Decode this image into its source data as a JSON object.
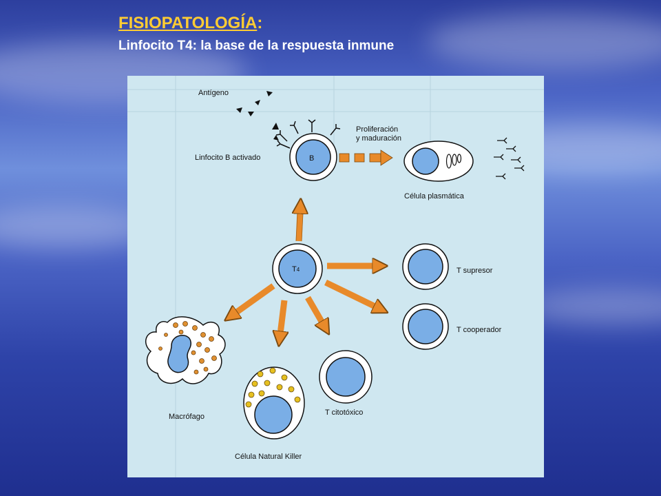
{
  "slide": {
    "title_main": "FISIOPATOLOGÍA",
    "title_colon": ":",
    "subtitle": "Linfocito T4: la base de la respuesta inmune"
  },
  "diagram": {
    "labels": {
      "antigen": "Antígeno",
      "activated_b": "Linfocito B activado",
      "b_cell": "B",
      "proliferation_1": "Proliferación",
      "proliferation_2": "y maduración",
      "plasma_cell": "Célula plasmática",
      "t4_prefix": "T",
      "t4_sub": "4",
      "t_suppressor": "T supresor",
      "t_helper": "T cooperador",
      "t_cytotoxic": "T citotóxico",
      "macrophage": "Macrófago",
      "nk_cell": "Célula Natural Killer"
    },
    "colors": {
      "panel_bg": "#cfe7f0",
      "cell_nucleus": "#7aaee6",
      "arrow": "#e88a2a",
      "granule": "#e0a020"
    }
  }
}
